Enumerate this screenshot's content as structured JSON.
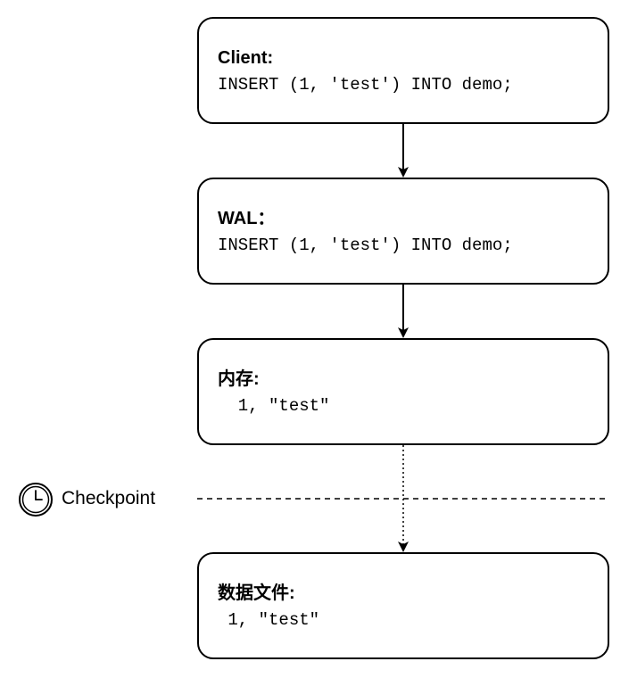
{
  "boxes": {
    "client": {
      "title": "Client:",
      "body": "INSERT (1, 'test') INTO demo;"
    },
    "wal": {
      "title": "WAL：",
      "body": "INSERT (1, 'test') INTO demo;"
    },
    "memory": {
      "title": "内存:",
      "body": "  1, \"test\""
    },
    "datafile": {
      "title": "数据文件:",
      "body": " 1, \"test\""
    }
  },
  "checkpoint": {
    "label": "Checkpoint",
    "icon": "clock-icon"
  },
  "colors": {
    "stroke": "#000000",
    "background": "#ffffff"
  }
}
